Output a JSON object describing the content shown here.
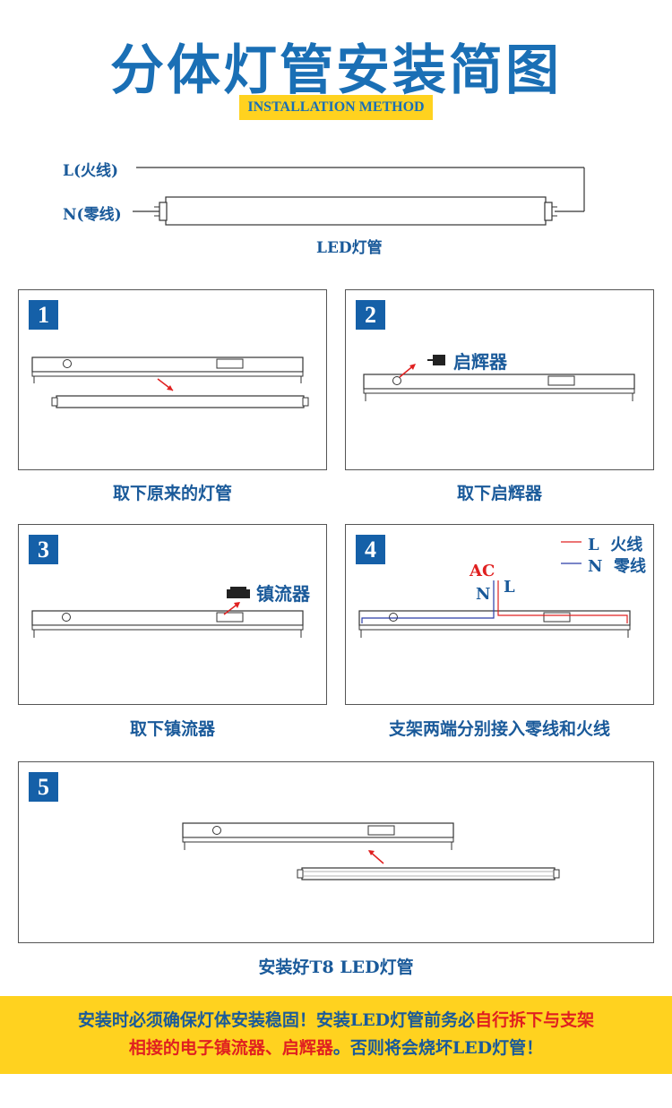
{
  "header": {
    "title": "分体灯管安装简图",
    "subtitle": "INSTALLATION METHOD"
  },
  "wiring": {
    "live_label": "L(火线)",
    "neutral_label": "N(零线)",
    "tube_label": "LED灯管"
  },
  "steps": [
    {
      "number": "1",
      "caption": "取下原来的灯管"
    },
    {
      "number": "2",
      "caption": "取下启辉器",
      "part_label": "启辉器"
    },
    {
      "number": "3",
      "caption": "取下镇流器",
      "part_label": "镇流器"
    },
    {
      "number": "4",
      "caption": "支架两端分别接入零线和火线",
      "legend_live": "L  火线",
      "legend_neutral": "N  零线",
      "ac_label": "AC",
      "n_label": "N",
      "l_label": "L"
    },
    {
      "number": "5",
      "caption": "安装好T8 LED灯管"
    }
  ],
  "warning": {
    "line1_a": "安装时必须确保灯体安装稳固！安装LED灯管前务必",
    "line1_b": "自行拆下与支架",
    "line2_a": "相接的电子镇流器、启辉器",
    "line2_b": "。否则将会烧坏LED灯管！"
  },
  "colors": {
    "title_blue": "#1a6fb5",
    "badge_blue": "#1560a8",
    "accent_yellow": "#ffd21f",
    "arrow_red": "#e02020",
    "neutral_wire": "#2a3ca8"
  }
}
